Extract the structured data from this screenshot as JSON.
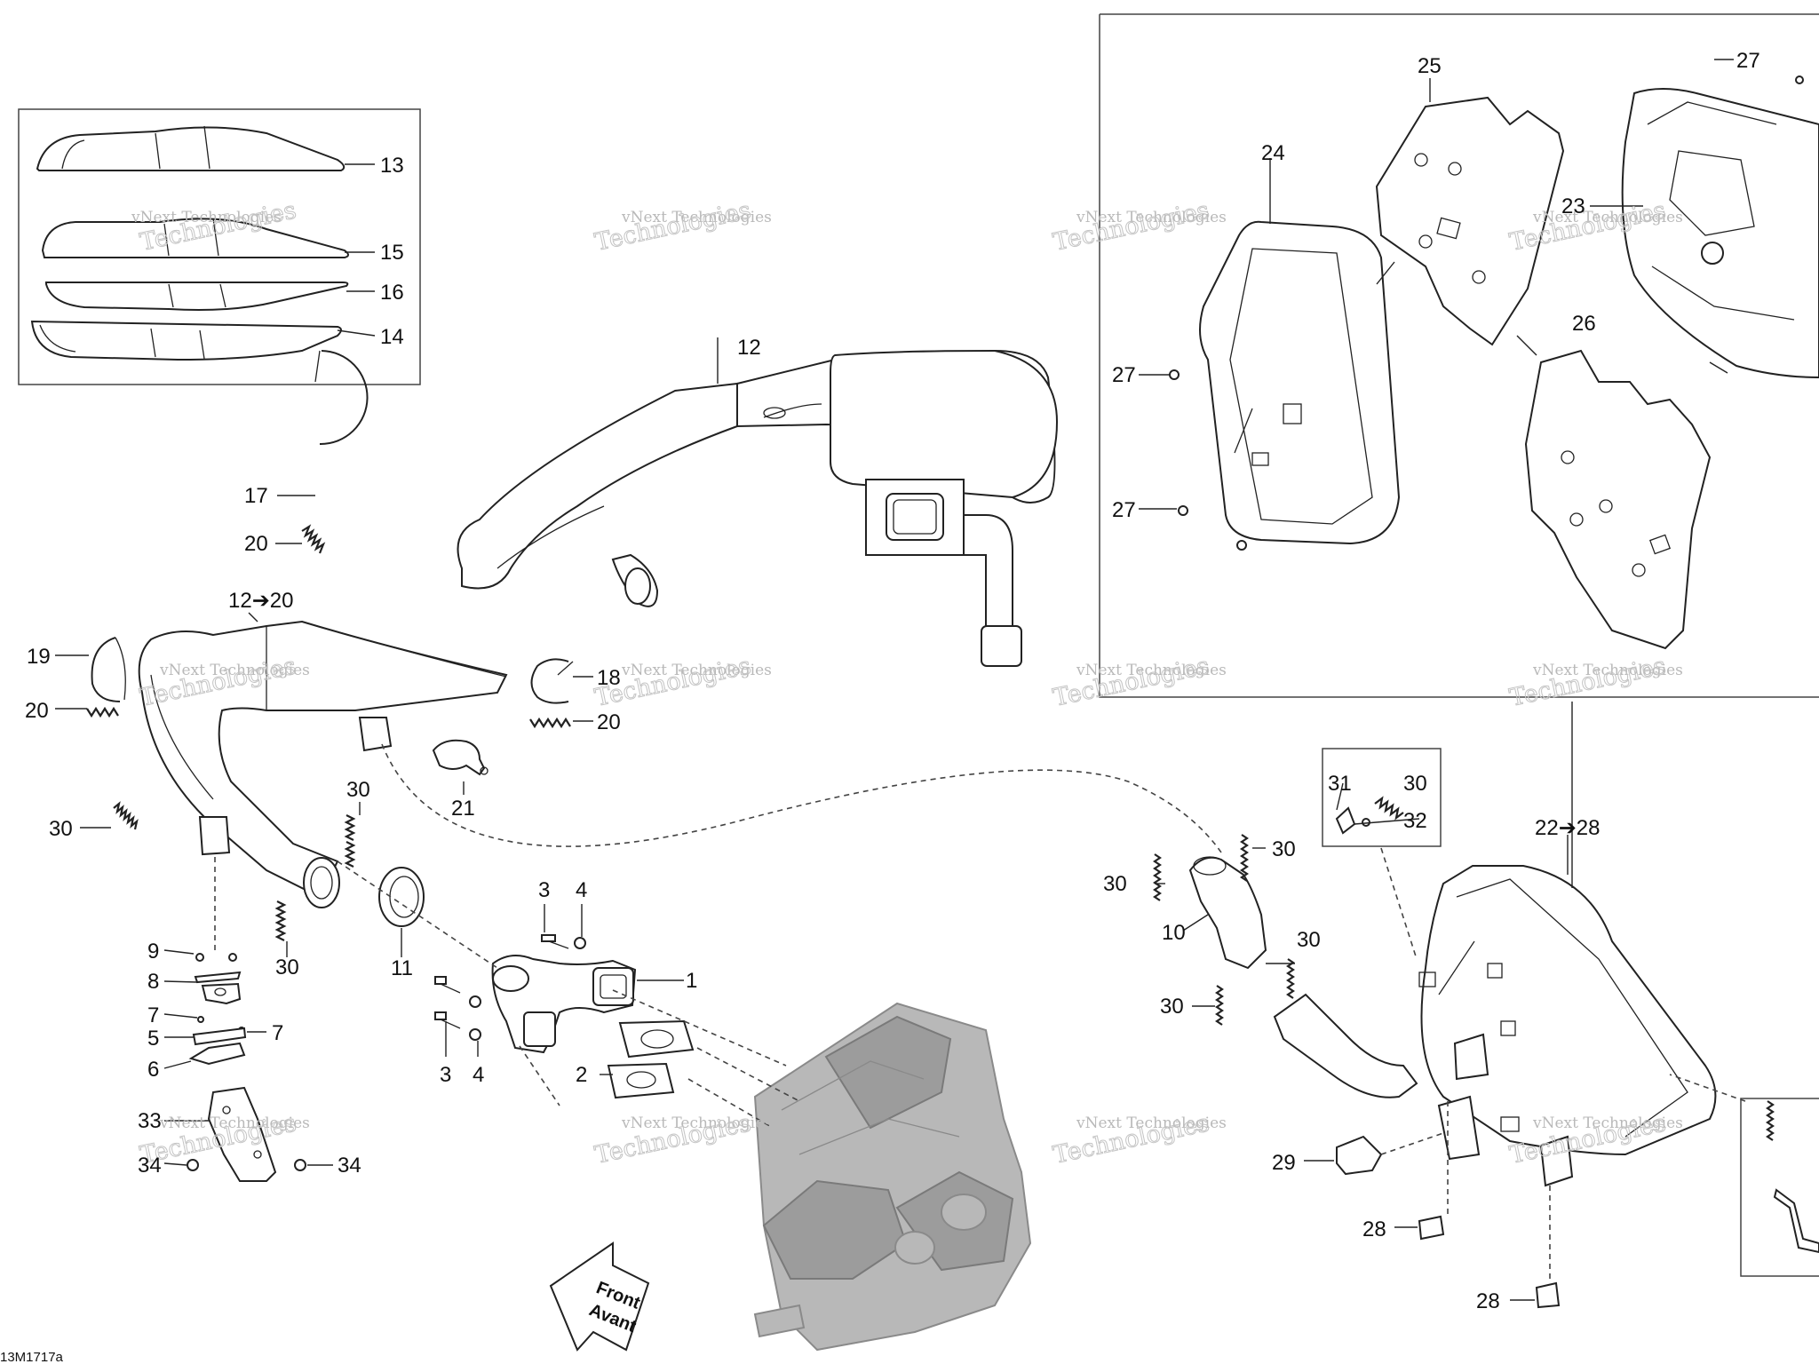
{
  "diagram_ref": "13M1717a",
  "watermark": {
    "line1": "vNext Technologies",
    "line2": "Technologies"
  },
  "front_arrow": {
    "line1": "Front",
    "line2": "Avant"
  },
  "callouts": {
    "c1": "1",
    "c2": "2",
    "c3a": "3",
    "c3b": "3",
    "c4a": "4",
    "c4b": "4",
    "c5": "5",
    "c6": "6",
    "c7a": "7",
    "c7b": "7",
    "c8": "8",
    "c9": "9",
    "c10": "10",
    "c11": "11",
    "c12": "12",
    "c12to20": "12➔20",
    "c13": "13",
    "c14": "14",
    "c15": "15",
    "c16": "16",
    "c17": "17",
    "c18": "18",
    "c19": "19",
    "c20a": "20",
    "c20b": "20",
    "c20c": "20",
    "c21": "21",
    "c22to28": "22➔28",
    "c23": "23",
    "c24": "24",
    "c25": "25",
    "c26": "26",
    "c27a": "27",
    "c27b": "27",
    "c27c": "27",
    "c28a": "28",
    "c28b": "28",
    "c29": "29",
    "c30a": "30",
    "c30b": "30",
    "c30c": "30",
    "c30d": "30",
    "c30e": "30",
    "c30f": "30",
    "c30g": "30",
    "c30h": "30",
    "c31": "31",
    "c32": "32",
    "c33": "33",
    "c34a": "34",
    "c34b": "34"
  }
}
